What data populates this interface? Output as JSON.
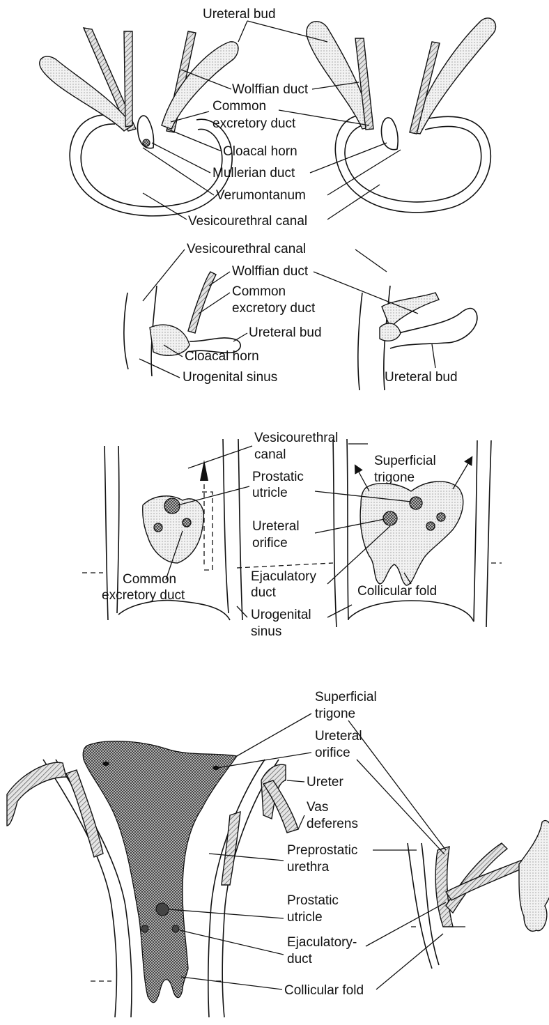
{
  "labels": {
    "ureteral_bud": "Ureteral bud",
    "wolffian_duct": "Wolffian duct",
    "common": "Common",
    "excretory_duct": "excretory duct",
    "cloacal_horn": "Cloacal horn",
    "mullerian_duct": "Mullerian duct",
    "verumontanum": "Verumontanum",
    "vesicourethral_canal": "Vesicourethral canal",
    "urogenital_sinus": "Urogenital sinus",
    "vesicourethral": "Vesicourethral",
    "canal": "canal",
    "superficial": "Superficial",
    "trigone": "trigone",
    "prostatic": "Prostatic",
    "utricle": "utricle",
    "ureteral": "Ureteral",
    "orifice": "orifice",
    "ejaculatory": "Ejaculatory",
    "duct": "duct",
    "common_excretory_duct": "Common excretory duct",
    "collicular_fold": "Collicular fold",
    "urogenital": "Urogenital",
    "sinus": "sinus",
    "ureter": "Ureter",
    "vas": "Vas",
    "deferens": "deferens",
    "preprostatic": "Preprostatic",
    "urethra": "urethra",
    "ejaculatory_dash": "Ejaculatory-"
  }
}
